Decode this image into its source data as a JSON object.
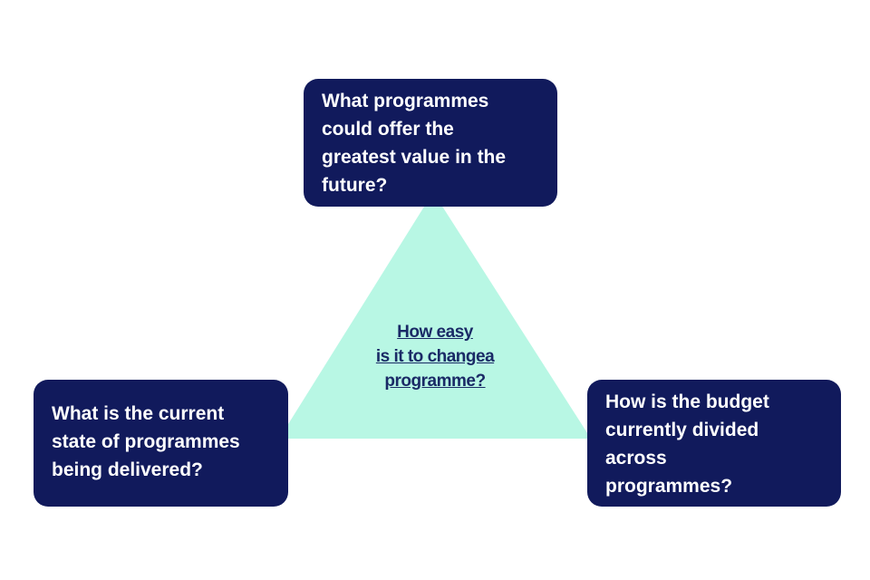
{
  "colors": {
    "box": "#111a5c",
    "triangle": "#b8f7e4",
    "center_text": "#1a2a66"
  },
  "nodes": {
    "top": "What programmes\ncould offer the\ngreatest value in the\nfuture?",
    "left": "What is the current\nstate of programmes\nbeing delivered?",
    "right": "How is the budget\ncurrently divided\nacross\nprogrammes?"
  },
  "center": "How easy\n is it to changea\nprogramme?"
}
